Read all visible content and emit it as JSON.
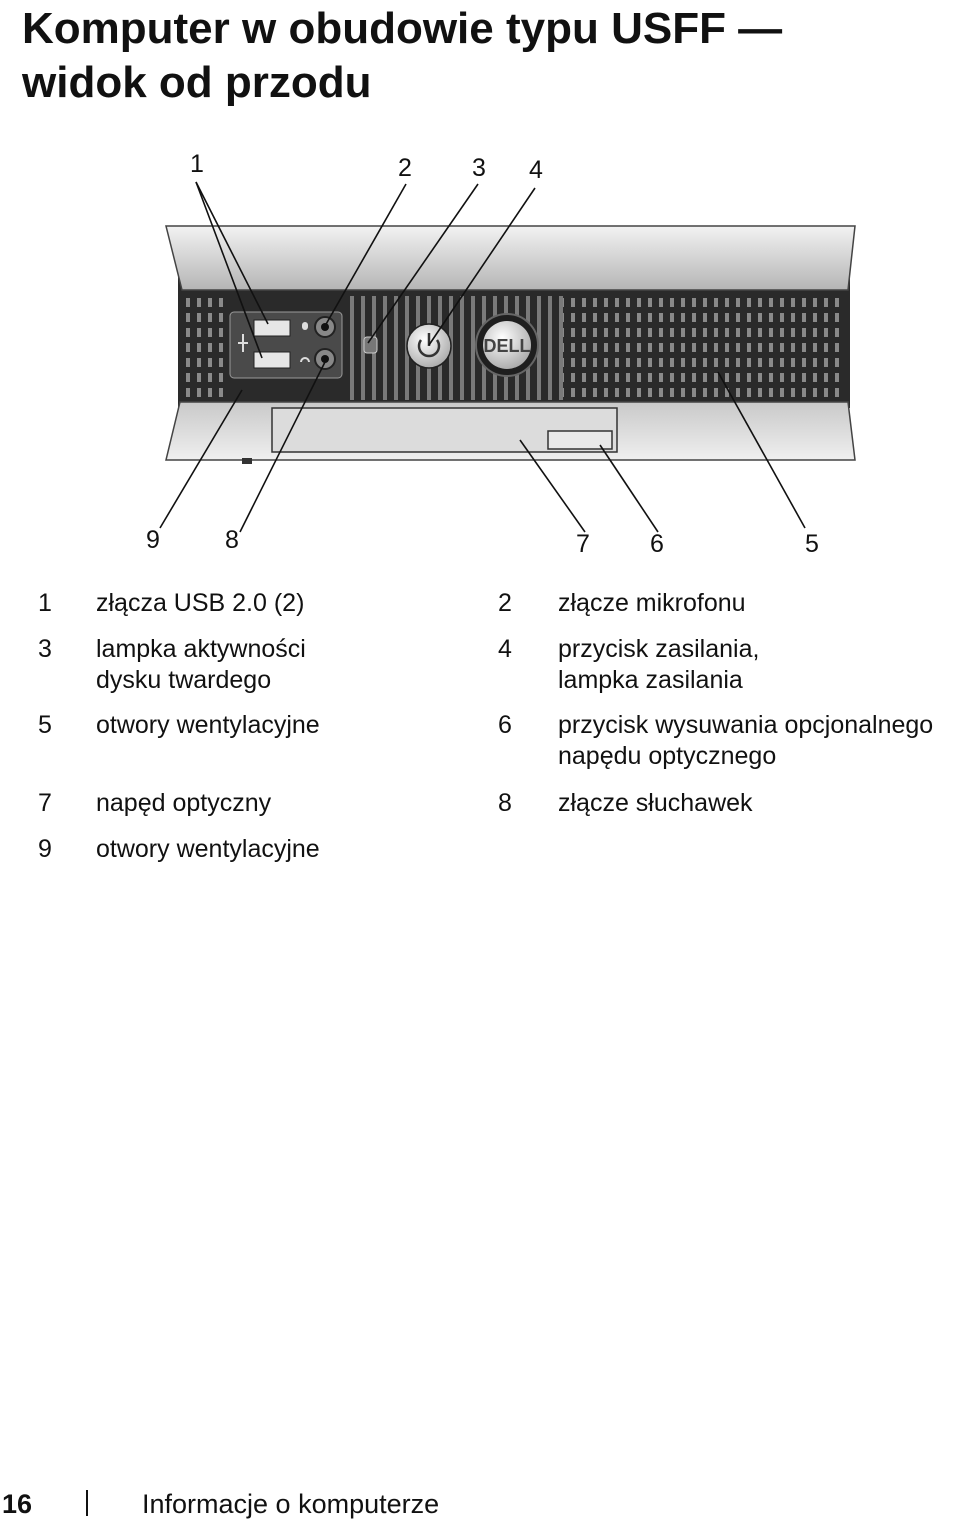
{
  "title_line1": "Komputer w obudowie typu USFF —",
  "title_line2": "widok od przodu",
  "figure": {
    "callout_numbers": [
      "1",
      "2",
      "3",
      "4",
      "5",
      "6",
      "7",
      "8",
      "9"
    ],
    "logo_text": "DELL",
    "icons": [
      "usb-icon",
      "microphone-icon",
      "headphones-icon",
      "power-icon"
    ]
  },
  "callouts": [
    {
      "num": "1",
      "text": "złącza USB 2.0 (2)"
    },
    {
      "num": "2",
      "text": "złącze mikrofonu"
    },
    {
      "num": "3",
      "text": "lampka aktywności dysku twardego"
    },
    {
      "num": "4",
      "text": "przycisk zasilania, lampka zasilania"
    },
    {
      "num": "5",
      "text": "otwory wentylacyjne"
    },
    {
      "num": "6",
      "text": "przycisk wysuwania opcjonalnego napędu optycznego"
    },
    {
      "num": "7",
      "text": "napęd optyczny"
    },
    {
      "num": "8",
      "text": "złącze słuchawek"
    },
    {
      "num": "9",
      "text": "otwory wentylacyjne"
    }
  ],
  "footer": {
    "page_number": "16",
    "section": "Informacje o komputerze"
  }
}
